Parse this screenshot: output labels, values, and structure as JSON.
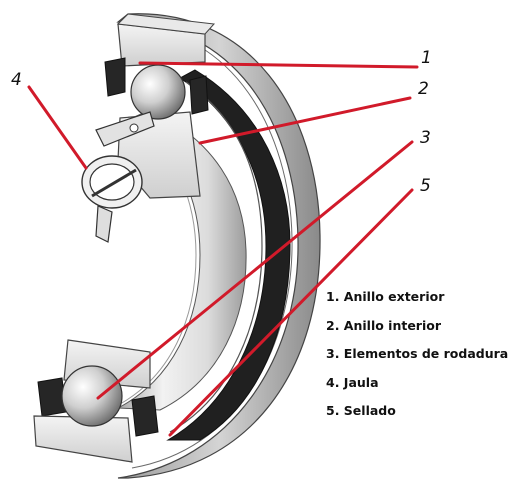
{
  "callout_numbers": [
    "1",
    "2",
    "3",
    "4",
    "5"
  ],
  "legend": [
    "1. Anillo exterior",
    "2. Anillo interior",
    "3. Elementos de rodadura",
    "4. Jaula",
    "5. Sellado"
  ],
  "colors": {
    "leader_line": "#d11a2a",
    "outer_ring": "#b9b9b9",
    "seal": "#1f1f1f",
    "inner_bore": "#e6e6e6"
  }
}
